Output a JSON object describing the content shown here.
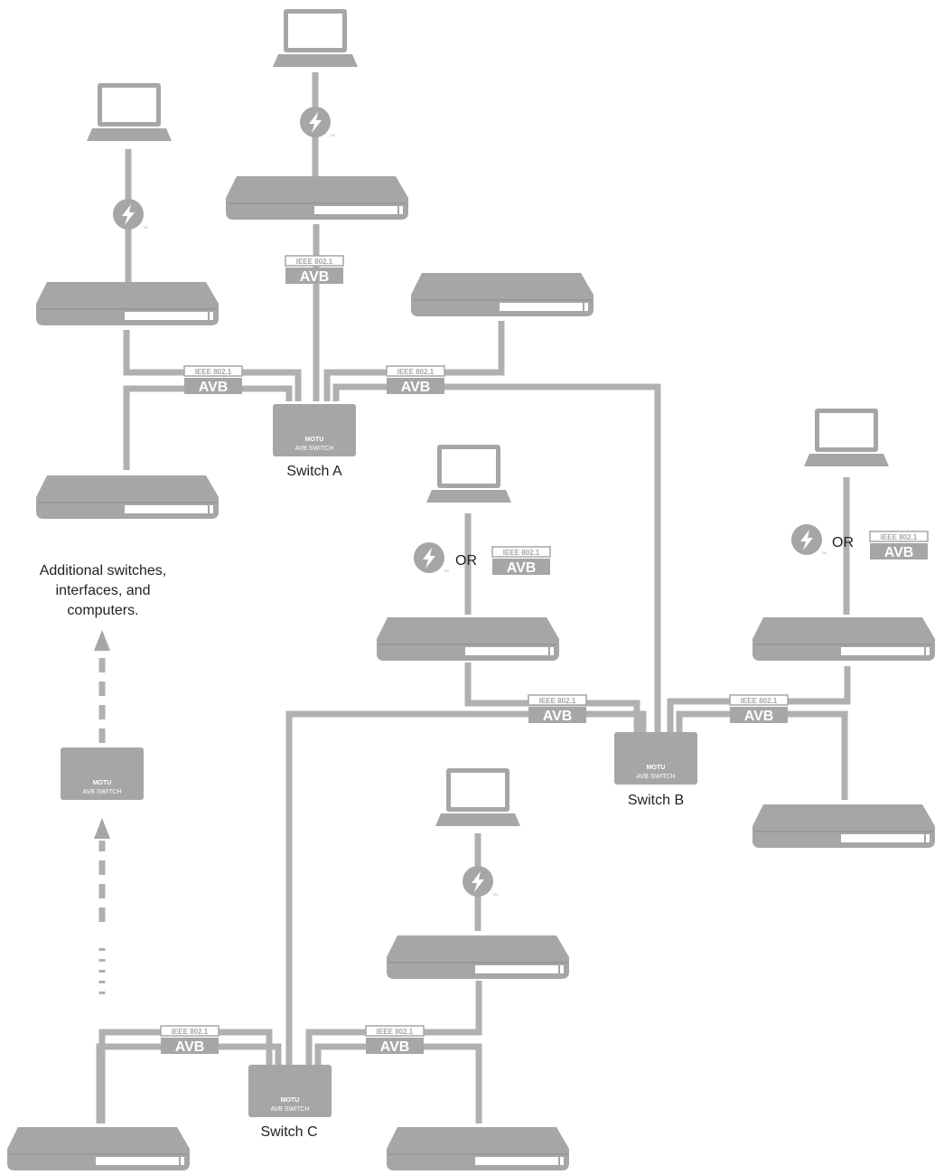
{
  "colors": {
    "device": "#a6a6a6",
    "device_dark": "#8c8c8c",
    "cable": "#b0b0b0",
    "text": "#222222",
    "icon_text": "#ffffff"
  },
  "switch_logo": {
    "brand": "MOTU",
    "model_prefix": "AVB",
    "model_suffix": "SWITCH"
  },
  "badge": {
    "standard": "IEEE 802.1",
    "name": "AVB"
  },
  "switches": [
    {
      "label": "Switch A"
    },
    {
      "label": "Switch B"
    },
    {
      "label": "Switch C"
    }
  ],
  "connection_choice": "OR",
  "note": [
    "Additional switches,",
    "interfaces, and",
    "computers."
  ],
  "icons": {
    "computer": "laptop-icon",
    "interface": "audio-interface-icon",
    "thunderbolt": "thunderbolt-icon",
    "switch": "avb-switch-icon",
    "arrow": "arrow-up-icon"
  }
}
